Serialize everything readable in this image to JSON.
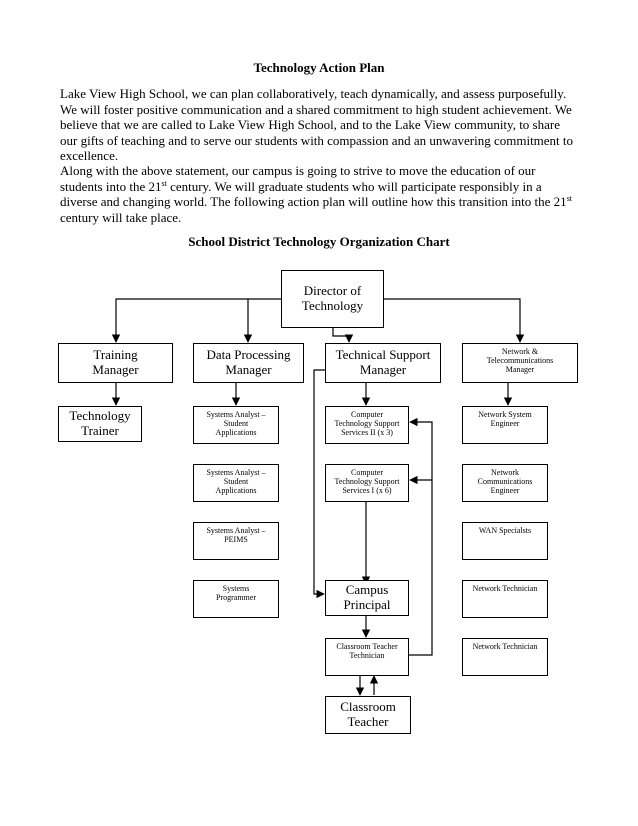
{
  "document": {
    "title": "Technology Action Plan",
    "paragraph1": "Lake View High School, we can plan collaboratively, teach dynamically, and assess purposefully. We will foster positive communication and a shared commitment to high student achievement. We believe that we are called to Lake View High School, and to the Lake View community, to share our gifts of teaching and to serve our students with compassion and an unwavering commitment to excellence.",
    "paragraph2": {
      "a": "Along with the above statement, our campus is going to strive to move the education of our students into the 21",
      "sup1": "st",
      "b": " century.  We will graduate students who will participate responsibly in a diverse and changing world.  The following action plan will outline how this transition into the 21",
      "sup2": "st",
      "c": " century will take place."
    }
  },
  "org_chart": {
    "title": "School District Technology Organization Chart",
    "director": [
      "Director of",
      "Technology"
    ],
    "training_manager": [
      "Training",
      "Manager"
    ],
    "data_processing_manager": [
      "Data Processing",
      "Manager"
    ],
    "technical_support_manager": [
      "Technical Support",
      "Manager"
    ],
    "network_manager": [
      "Network &",
      "Telecommunications",
      "Manager"
    ],
    "technology_trainer": [
      "Technology",
      "Trainer"
    ],
    "systems_analyst_1": [
      "Systems Analyst –",
      "Student",
      "Applications"
    ],
    "systems_analyst_2": [
      "Systems Analyst –",
      "Student",
      "Applications"
    ],
    "systems_analyst_peims": [
      "Systems Analyst –",
      "PEIMS"
    ],
    "systems_programmer": [
      "Systems",
      "Programmer"
    ],
    "cts_2": [
      "Computer",
      "Technology Support",
      "Services II (x 3)"
    ],
    "cts_1": [
      "Computer",
      "Technology Support",
      "Services I (x 6)"
    ],
    "campus_principal": [
      "Campus",
      "Principal"
    ],
    "classroom_teacher_technician": [
      "Classroom Teacher",
      "Technician"
    ],
    "classroom_teacher": [
      "Classroom",
      "Teacher"
    ],
    "network_system_engineer": [
      "Network System",
      "Engineer"
    ],
    "network_communications_engineer": [
      "Network",
      "Communications",
      "Engineer"
    ],
    "wan_specialists": [
      "WAN Specialsts"
    ],
    "network_technician_1": [
      "Network Technician"
    ],
    "network_technician_2": [
      "Network Technician"
    ]
  }
}
